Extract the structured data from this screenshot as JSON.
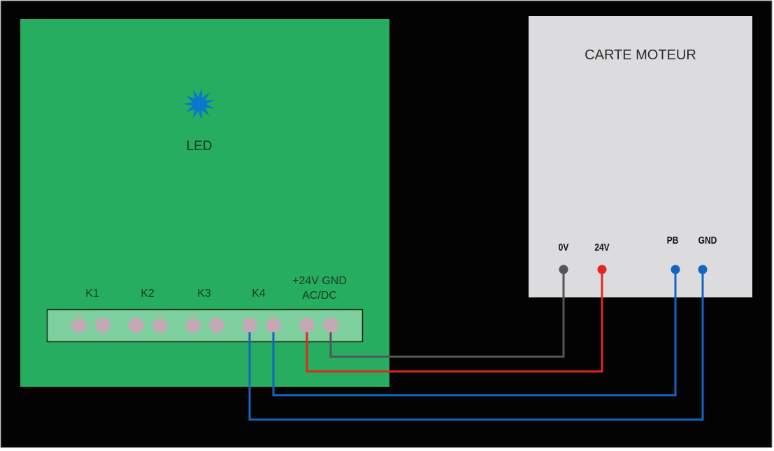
{
  "diagram": {
    "type": "wiring",
    "colors": {
      "background": "#030303",
      "frame": "#d9d9d9",
      "control_board": "#26ad5f",
      "terminal_block": "#7dcf9e",
      "terminal_hole": "#c3a9b3",
      "motor_card": "#dcdcde",
      "led": "#0a78c8",
      "wire_gray": "#555555",
      "wire_red": "#e0281e",
      "wire_blue": "#1565c0",
      "dark_text": "#1c3a26",
      "card_text": "#2a2a2a"
    },
    "control_board": {
      "led_label": "LED",
      "terminals": [
        {
          "id": "k1",
          "label": "K1",
          "pins": 2
        },
        {
          "id": "k2",
          "label": "K2",
          "pins": 2
        },
        {
          "id": "k3",
          "label": "K3",
          "pins": 2
        },
        {
          "id": "k4",
          "label": "K4",
          "pins": 2
        },
        {
          "id": "power",
          "label_line1": "+24V GND",
          "label_line2": "AC/DC",
          "pins": 2
        }
      ]
    },
    "motor_card": {
      "title": "CARTE MOTEUR",
      "pins": [
        {
          "id": "0v",
          "label": "0V",
          "color": "#555555"
        },
        {
          "id": "24v",
          "label": "24V",
          "color": "#e0281e"
        },
        {
          "id": "pb",
          "label": "PB",
          "color": "#1565c0"
        },
        {
          "id": "gnd",
          "label": "GND",
          "color": "#1565c0"
        }
      ]
    },
    "connections": [
      {
        "from": "power.GND",
        "to": "motor_card.0V",
        "color": "#555555"
      },
      {
        "from": "power.+24V",
        "to": "motor_card.24V",
        "color": "#e0281e"
      },
      {
        "from": "K4.pin2",
        "to": "motor_card.PB",
        "color": "#1565c0"
      },
      {
        "from": "K4.pin1",
        "to": "motor_card.GND",
        "color": "#1565c0"
      }
    ]
  }
}
